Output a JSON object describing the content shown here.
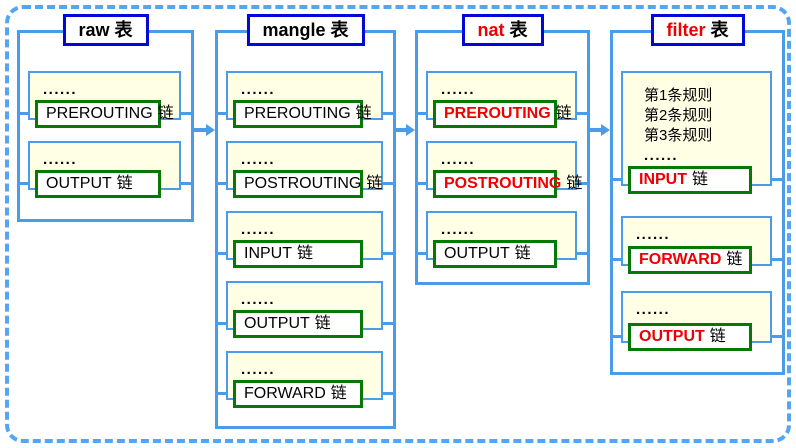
{
  "diagram_title": "iptables tables and chains flow diagram",
  "colors": {
    "frame_blue": "#55a5f2",
    "container_blue": "#4a9ce8",
    "title_border_blue": "#0008d8",
    "chain_border_green": "#067806",
    "chain_fill_cream": "#ffffe6",
    "highlight_red": "#ee0000"
  },
  "icons": {
    "flow_arrow": "right-arrow"
  },
  "tables": [
    {
      "id": "raw",
      "title": {
        "name": "raw",
        "suffix": "表",
        "name_class": "tn-black"
      },
      "chains": [
        {
          "dots": "......",
          "name": "PREROUTING",
          "suffix": "链",
          "name_class": "cn-plain"
        },
        {
          "dots": "......",
          "name": "OUTPUT",
          "suffix": "链",
          "name_class": "cn-plain"
        }
      ]
    },
    {
      "id": "mangle",
      "title": {
        "name": "mangle",
        "suffix": "表",
        "name_class": "tn-black"
      },
      "chains": [
        {
          "dots": "......",
          "name": "PREROUTING",
          "suffix": "链",
          "name_class": "cn-plain"
        },
        {
          "dots": "......",
          "name": "POSTROUTING",
          "suffix": "链",
          "name_class": "cn-plain"
        },
        {
          "dots": "......",
          "name": "INPUT",
          "suffix": "链",
          "name_class": "cn-plain"
        },
        {
          "dots": "......",
          "name": "OUTPUT",
          "suffix": "链",
          "name_class": "cn-plain"
        },
        {
          "dots": "......",
          "name": "FORWARD",
          "suffix": "链",
          "name_class": "cn-plain"
        }
      ]
    },
    {
      "id": "nat",
      "title": {
        "name": "nat",
        "suffix": "表",
        "name_class": "tn-red"
      },
      "chains": [
        {
          "dots": "......",
          "name": "PREROUTING",
          "suffix": "链",
          "name_class": "cn-red"
        },
        {
          "dots": "......",
          "name": "POSTROUTING",
          "suffix": "链",
          "name_class": "cn-red"
        },
        {
          "dots": "......",
          "name": "OUTPUT",
          "suffix": "链",
          "name_class": "cn-plain"
        }
      ]
    },
    {
      "id": "filter",
      "title": {
        "name": "filter",
        "suffix": "表",
        "name_class": "tn-red"
      },
      "chains": [
        {
          "rules": [
            "第1条规则",
            "第2条规则",
            "第3条规则",
            "......"
          ],
          "name": "INPUT",
          "suffix": "链",
          "name_class": "cn-red"
        },
        {
          "dots": "......",
          "name": "FORWARD",
          "suffix": "链",
          "name_class": "cn-red"
        },
        {
          "dots": "......",
          "name": "OUTPUT",
          "suffix": "链",
          "name_class": "cn-red"
        }
      ]
    }
  ]
}
